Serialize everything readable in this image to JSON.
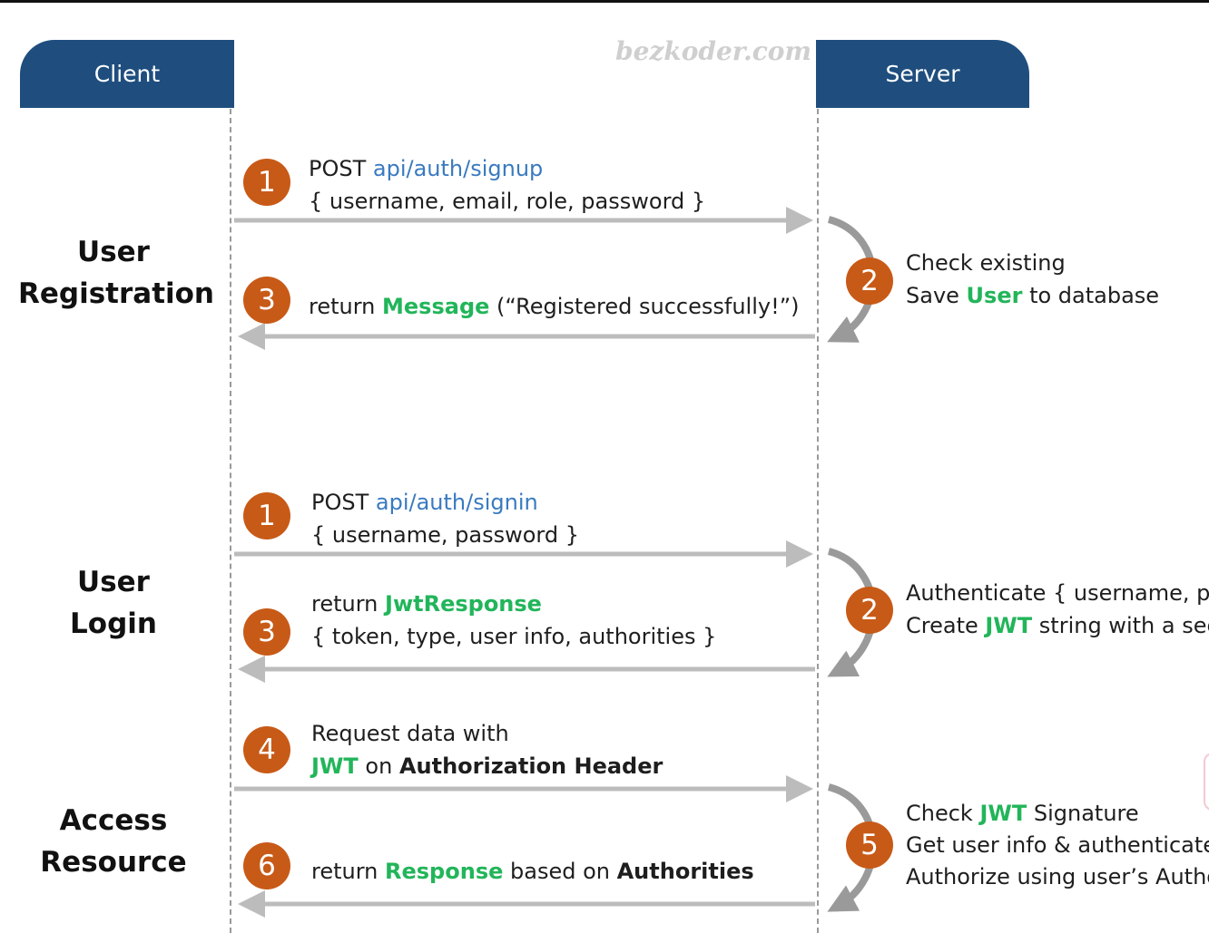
{
  "header": {
    "client": "Client",
    "server": "Server",
    "watermark": "bezkoder.com"
  },
  "sections": {
    "registration": {
      "line1": "User",
      "line2": "Registration"
    },
    "login": {
      "line1": "User",
      "line2": "Login"
    },
    "access": {
      "line1": "Access",
      "line2": "Resource"
    }
  },
  "registration": {
    "step1": {
      "num": "1",
      "method": "POST ",
      "endpoint": "api/auth/signup",
      "body": "{ username, email, role, password }"
    },
    "step2": {
      "num": "2",
      "line1": "Check existing",
      "line2_pre": "Save ",
      "line2_hl": "User",
      "line2_post": " to database"
    },
    "step3": {
      "num": "3",
      "pre": "return ",
      "hl": "Message",
      "post": " (“Registered successfully!”)"
    }
  },
  "login": {
    "step1": {
      "num": "1",
      "method": "POST ",
      "endpoint": "api/auth/signin",
      "body": "{ username, password }"
    },
    "step2": {
      "num": "2",
      "line1": "Authenticate { username, pa",
      "line2_pre": "Create ",
      "line2_hl": "JWT",
      "line2_post": " string with a sec"
    },
    "step3": {
      "num": "3",
      "pre": "return ",
      "hl": "JwtResponse",
      "body": "{ token, type, user info, authorities }"
    }
  },
  "access": {
    "step4": {
      "num": "4",
      "line1": "Request  data with",
      "hl": "JWT",
      "mid": " on ",
      "bold": "Authorization Header"
    },
    "step5": {
      "num": "5",
      "l1_pre": "Check ",
      "l1_hl": "JWT",
      "l1_post": " Signature",
      "line2": "Get user info & authenticate",
      "line3": "Authorize using user’s Autho"
    },
    "step6": {
      "num": "6",
      "pre": "return ",
      "hl": "Response",
      "mid": " based on ",
      "bold": "Authorities"
    }
  },
  "colors": {
    "lane_header": "#1f4e7e",
    "badge": "#c85a17",
    "endpoint": "#3a7ac0",
    "highlight": "#22b55a",
    "arrow": "#bcbcbc"
  }
}
